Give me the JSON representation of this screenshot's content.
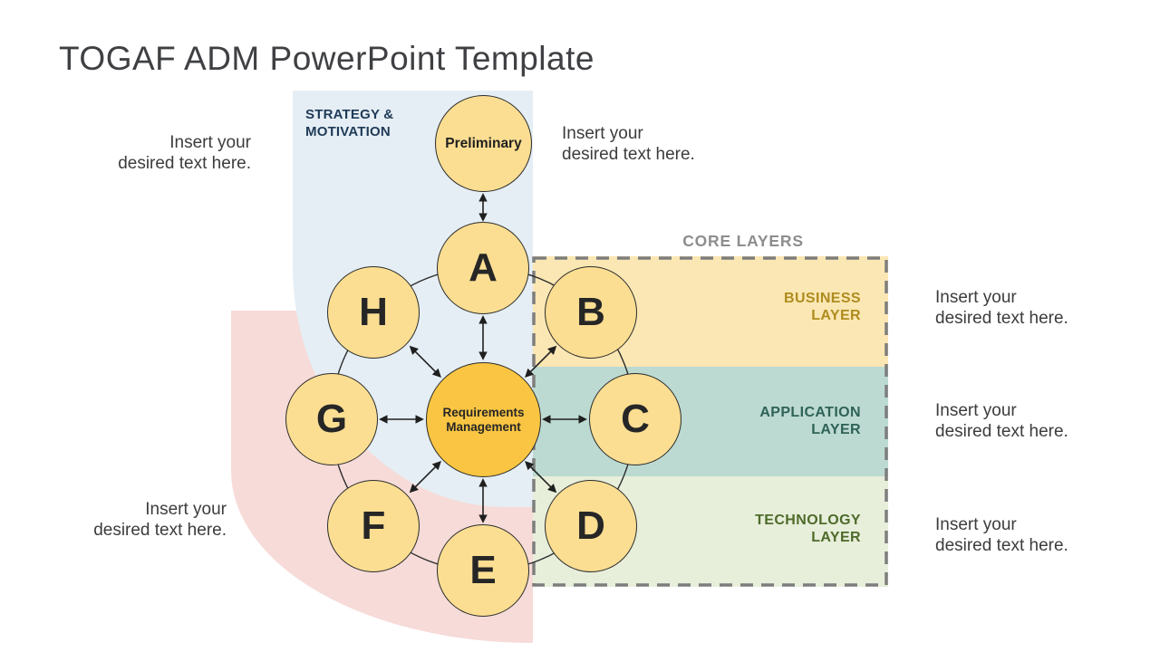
{
  "slide": {
    "title": "TOGAF ADM PowerPoint Template"
  },
  "strategy_panel": {
    "label": "STRATEGY &\nMOTIVATION"
  },
  "core_layers": {
    "label": "CORE LAYERS",
    "layers": [
      {
        "name": "business",
        "label": "BUSINESS\nLAYER",
        "band_color": "#FBE7B4",
        "label_color": "#AE8C1E"
      },
      {
        "name": "application",
        "label": "APPLICATION\nLAYER",
        "band_color": "#BCDAD1",
        "label_color": "#2F6257"
      },
      {
        "name": "technology",
        "label": "TECHNOLOGY\nLAYER",
        "band_color": "#E7EEDA",
        "label_color": "#4E6B2A"
      }
    ]
  },
  "diagram": {
    "preliminary_label": "Preliminary",
    "center_label": "Requirements\nManagement",
    "phases": [
      "A",
      "B",
      "C",
      "D",
      "E",
      "F",
      "G",
      "H"
    ]
  },
  "placeholders": [
    "Insert your\ndesired text here.",
    "Insert your\ndesired text here.",
    "Insert your\ndesired text here.",
    "Insert your\ndesired text here.",
    "Insert your\ndesired text here.",
    "Insert your\ndesired text here."
  ],
  "colors": {
    "strategy_panel_bg": "#E5EEF4",
    "pink_arc_bg": "#F6DBD8",
    "phase_circle_fill": "#FBDE92",
    "center_circle_fill": "#F9C542",
    "circle_border": "#2B2B2B",
    "dashed_border": "#7E7E7E",
    "strategy_label": "#1F3A57",
    "core_layers_label": "#8D8D8D",
    "title_text": "#3F4043",
    "placeholder_text": "#3C3C3C"
  }
}
